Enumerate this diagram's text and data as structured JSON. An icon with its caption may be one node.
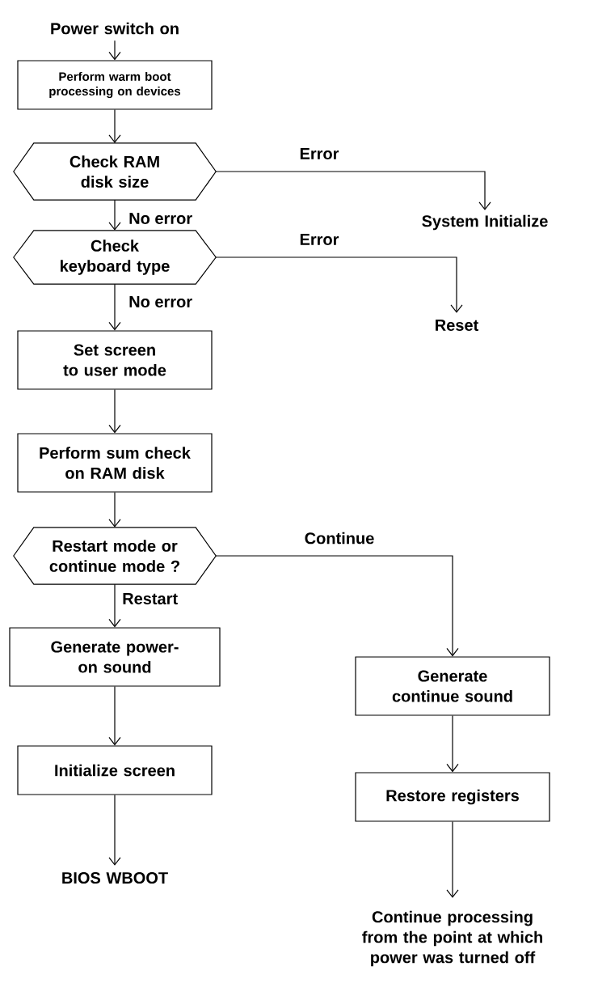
{
  "diagram": {
    "nodes": [
      {
        "text": [
          "Power switch on"
        ]
      },
      {
        "text": [
          "Perform warm boot processing on devices"
        ]
      },
      {
        "text": [
          "Check RAM disk size"
        ]
      },
      {
        "text": [
          "System Initialize"
        ]
      },
      {
        "text": [
          "Check keyboard type"
        ]
      },
      {
        "text": [
          "Reset"
        ]
      },
      {
        "text": [
          "Set screen to user mode"
        ]
      },
      {
        "text": [
          "Perform sum check on RAM disk"
        ]
      },
      {
        "text": [
          "Restart mode or continue mode ?"
        ]
      },
      {
        "text": [
          "Generate power-on sound"
        ]
      },
      {
        "text": [
          "Generate continue sound"
        ]
      },
      {
        "text": [
          "Initialize screen"
        ]
      },
      {
        "text": [
          "Restore registers"
        ]
      },
      {
        "text": [
          "BIOS WBOOT"
        ]
      },
      {
        "text": [
          "Continue processing from the point at which power was turned off"
        ]
      }
    ],
    "edges": [
      {
        "from": 0,
        "to": 1,
        "arrow": "to"
      },
      {
        "from": 1,
        "to": 2,
        "arrow": "to"
      },
      {
        "from": 2,
        "to": 3,
        "arrow": "to",
        "label": "Error"
      },
      {
        "from": 2,
        "to": 4,
        "arrow": "to",
        "label": "No error"
      },
      {
        "from": 4,
        "to": 5,
        "arrow": "to",
        "label": "Error"
      },
      {
        "from": 4,
        "to": 6,
        "arrow": "to",
        "label": "No error"
      },
      {
        "from": 6,
        "to": 7,
        "arrow": "to"
      },
      {
        "from": 7,
        "to": 8,
        "arrow": "to"
      },
      {
        "from": 8,
        "to": 9,
        "arrow": "to",
        "label": "Restart"
      },
      {
        "from": 8,
        "to": 10,
        "arrow": "to",
        "label": "Continue"
      },
      {
        "from": 9,
        "to": 11,
        "arrow": "to"
      },
      {
        "from": 10,
        "to": 12,
        "arrow": "to"
      },
      {
        "from": 11,
        "to": 13,
        "arrow": "to"
      },
      {
        "from": 12,
        "to": 14,
        "arrow": "to"
      }
    ]
  }
}
